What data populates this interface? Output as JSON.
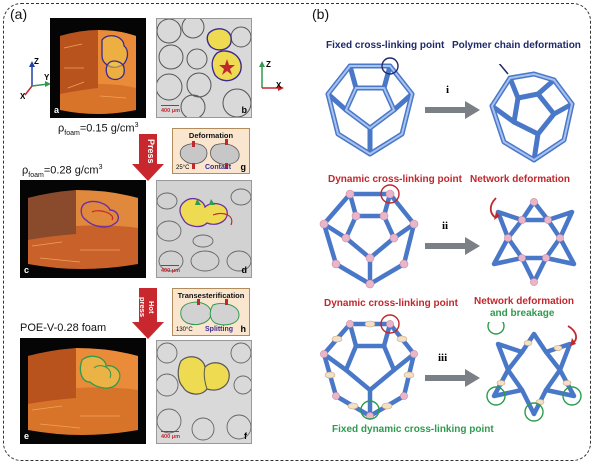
{
  "panels": {
    "a": "(a)",
    "b": "(b)"
  },
  "tiles": {
    "a": "a",
    "b": "b",
    "c": "c",
    "d": "d",
    "e": "e",
    "f": "f",
    "g": "g",
    "h": "h"
  },
  "scale_bar": "400 μm",
  "axes": {
    "z": "Z",
    "y": "Y",
    "x": "X"
  },
  "density": {
    "rho_symbol": "ρ",
    "sub": "foam",
    "first": "=0.15 g/cm",
    "second": "=0.28 g/cm",
    "exp": "3"
  },
  "arrows": {
    "press": "Press",
    "hot_press": "Hot press"
  },
  "insets": {
    "g": {
      "title": "Deformation",
      "temp": "25°C",
      "label": "Contact"
    },
    "h": {
      "title": "Transesterification",
      "temp": "130°C",
      "label": "Splitting"
    }
  },
  "sample_name": "POE-V-0.28 foam",
  "network": {
    "row1_left": "Fixed cross-linking point",
    "row1_right": "Polymer chain deformation",
    "row2_left": "Dynamic cross-linking point",
    "row2_right": "Network deformation",
    "row3_left": "Dynamic cross-linking point",
    "row3_right_1": "Network deformation",
    "row3_right_2": "and breakage",
    "row3_bottom": "Fixed dynamic cross-linking point",
    "steps": [
      "i",
      "ii",
      "iii"
    ]
  },
  "colors": {
    "navy": "#1f2a6b",
    "red": "#c0282d",
    "green": "#2e9b4e",
    "tube": "#4a78c8",
    "node": "#e9b6c9",
    "arrow": "#7b7f86"
  }
}
